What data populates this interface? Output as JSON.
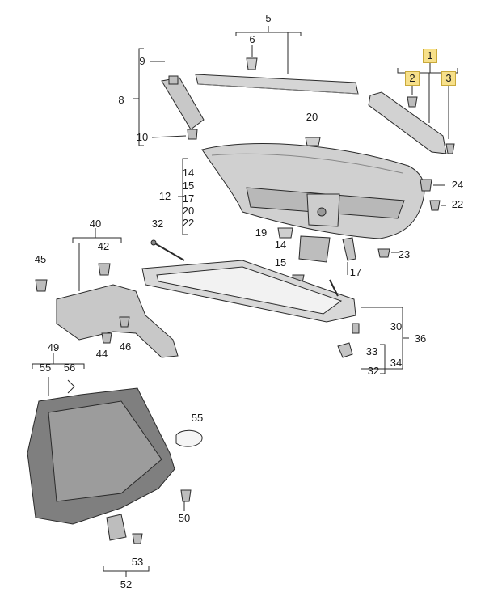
{
  "diagram": {
    "callouts": [
      {
        "id": "c1",
        "text": "1",
        "highlight": true
      },
      {
        "id": "c2",
        "text": "2",
        "highlight": true
      },
      {
        "id": "c3",
        "text": "3",
        "highlight": true
      },
      {
        "id": "c5",
        "text": "5"
      },
      {
        "id": "c6",
        "text": "6"
      },
      {
        "id": "c8",
        "text": "8"
      },
      {
        "id": "c9",
        "text": "9"
      },
      {
        "id": "c10",
        "text": "10"
      },
      {
        "id": "c20a",
        "text": "20"
      },
      {
        "id": "c14a",
        "text": "14"
      },
      {
        "id": "c15a",
        "text": "15"
      },
      {
        "id": "c12",
        "text": "12"
      },
      {
        "id": "c17a",
        "text": "17"
      },
      {
        "id": "c20b",
        "text": "20"
      },
      {
        "id": "c22a",
        "text": "22"
      },
      {
        "id": "c24",
        "text": "24"
      },
      {
        "id": "c22b",
        "text": "22"
      },
      {
        "id": "c32a",
        "text": "32"
      },
      {
        "id": "c19",
        "text": "19"
      },
      {
        "id": "c14b",
        "text": "14"
      },
      {
        "id": "c15b",
        "text": "15"
      },
      {
        "id": "c17b",
        "text": "17"
      },
      {
        "id": "c23",
        "text": "23"
      },
      {
        "id": "c40",
        "text": "40"
      },
      {
        "id": "c42",
        "text": "42"
      },
      {
        "id": "c45",
        "text": "45"
      },
      {
        "id": "c44",
        "text": "44"
      },
      {
        "id": "c46",
        "text": "46"
      },
      {
        "id": "c30",
        "text": "30"
      },
      {
        "id": "c36",
        "text": "36"
      },
      {
        "id": "c33",
        "text": "33"
      },
      {
        "id": "c34",
        "text": "34"
      },
      {
        "id": "c32b",
        "text": "32"
      },
      {
        "id": "c49",
        "text": "49"
      },
      {
        "id": "c55a",
        "text": "55"
      },
      {
        "id": "c56",
        "text": "56"
      },
      {
        "id": "c55b",
        "text": "55"
      },
      {
        "id": "c50",
        "text": "50"
      },
      {
        "id": "c53",
        "text": "53"
      },
      {
        "id": "c52",
        "text": "52"
      }
    ],
    "colors": {
      "line": "#2a2a2a",
      "part_fill": "#d7d7d7",
      "part_dark": "#9a9a9a",
      "highlight": "#f7e08a"
    }
  }
}
